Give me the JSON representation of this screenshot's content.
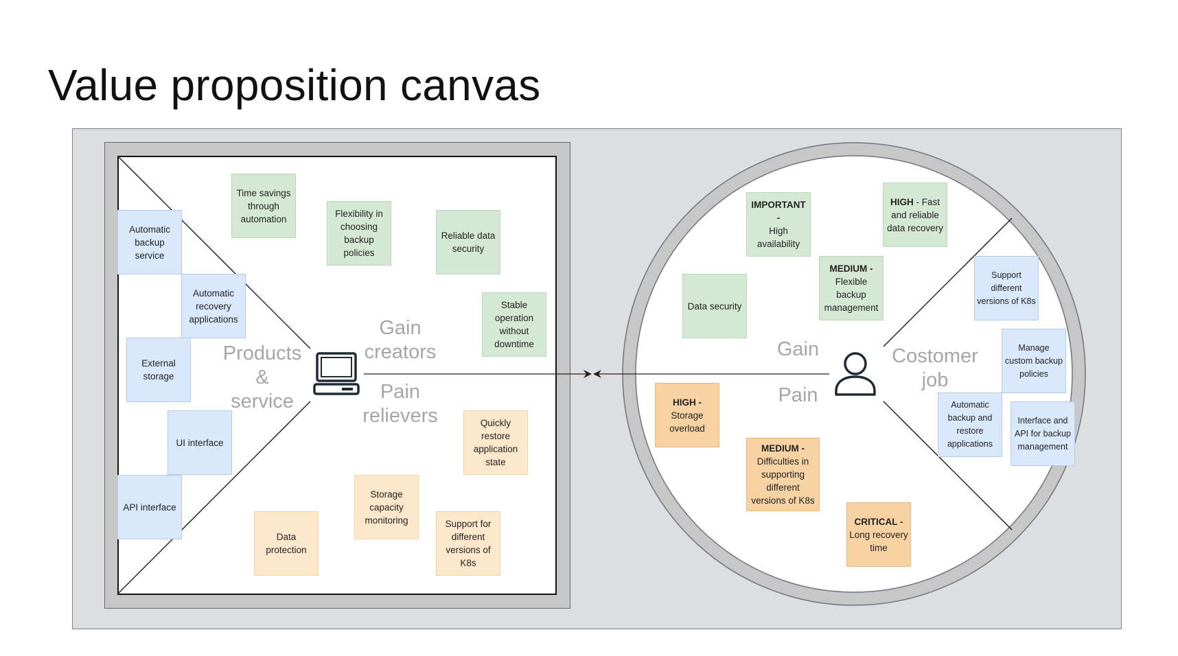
{
  "title": "Value proposition canvas",
  "product_side": {
    "labels": {
      "products_service": "Products\n&\nservice",
      "gain_creators": "Gain\ncreators",
      "pain_relievers": "Pain\nrelievers"
    },
    "products": [
      "Automatic backup service",
      "Automatic recovery applications",
      "External storage",
      "UI interface",
      "API interface"
    ],
    "gain_creators": [
      "Time savings through automation",
      "Flexibility in choosing backup policies",
      "Reliable data security",
      "Stable operation without downtime"
    ],
    "pain_relievers": [
      "Quickly restore application state",
      "Storage capacity monitoring",
      "Data protection",
      "Support for different versions of K8s"
    ]
  },
  "customer_side": {
    "labels": {
      "gain": "Gain",
      "pain": "Pain",
      "customer_job": "Costomer\njob"
    },
    "gains": [
      {
        "level": "IMPORTANT -",
        "text": "High availability"
      },
      {
        "level": "HIGH",
        "text": " - Fast and reliable data recovery"
      },
      {
        "level": "",
        "text": "Data security"
      },
      {
        "level": "MEDIUM -",
        "text": "Flexible backup management"
      }
    ],
    "pains": [
      {
        "level": "HIGH -",
        "text": "Storage overload"
      },
      {
        "level": "MEDIUM -",
        "text": "Difficulties in supporting different versions of K8s"
      },
      {
        "level": "CRITICAL -",
        "text": "Long recovery time"
      }
    ],
    "jobs": [
      "Support different versions of K8s",
      "Manage custom backup policies",
      "Automatic backup and restore applications",
      "Interface and API for backup management"
    ]
  },
  "icons": {
    "product": "laptop-icon",
    "customer": "person-icon"
  },
  "colors": {
    "products": "#dae8fc",
    "gain": "#d5e8d4",
    "pain_reliever": "#fde8cc",
    "pain": "#f7d2a3"
  }
}
